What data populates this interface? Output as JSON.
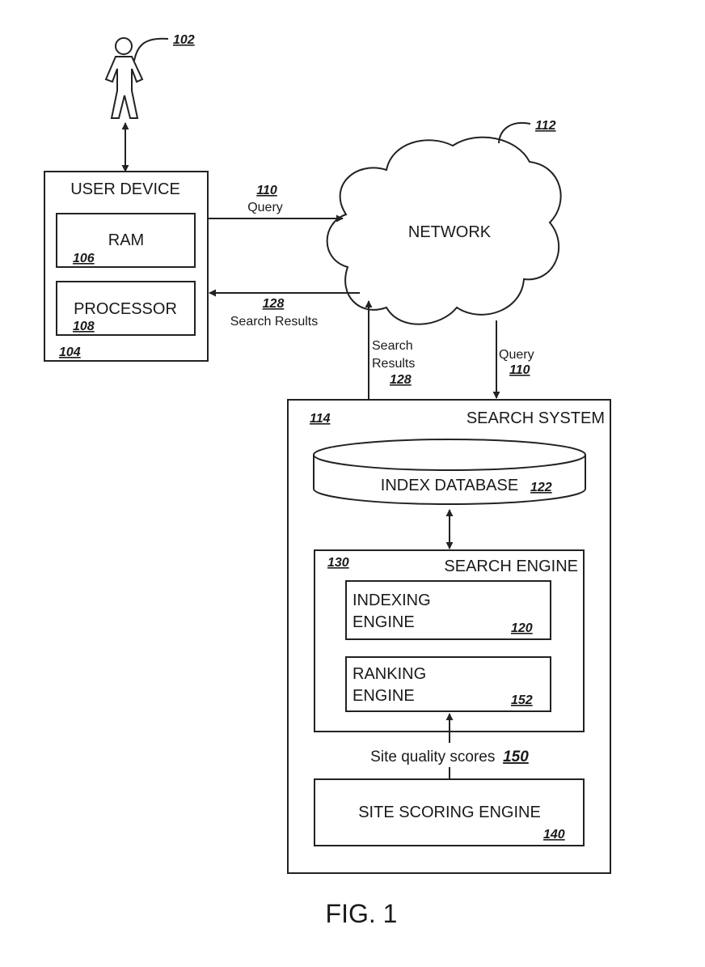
{
  "person": {
    "ref": "102"
  },
  "user_device": {
    "title": "USER DEVICE",
    "ref": "104",
    "ram": {
      "label": "RAM",
      "ref": "106"
    },
    "processor": {
      "label": "PROCESSOR",
      "ref": "108"
    }
  },
  "network": {
    "label": "NETWORK",
    "ref": "112"
  },
  "query_to_network": {
    "ref": "110",
    "label": "Query"
  },
  "results_to_device": {
    "ref": "128",
    "label": "Search Results"
  },
  "results_from_system": {
    "line1": "Search",
    "line2": "Results",
    "ref": "128"
  },
  "query_to_system": {
    "label": "Query",
    "ref": "110"
  },
  "search_system": {
    "title": "SEARCH SYSTEM",
    "ref": "114",
    "index_database": {
      "label": "INDEX DATABASE",
      "ref": "122"
    },
    "search_engine": {
      "title": "SEARCH ENGINE",
      "ref": "130",
      "indexing_engine": {
        "line1": "INDEXING",
        "line2": "ENGINE",
        "ref": "120"
      },
      "ranking_engine": {
        "line1": "RANKING",
        "line2": "ENGINE",
        "ref": "152"
      }
    },
    "site_quality_scores": {
      "label": "Site quality scores",
      "ref": "150"
    },
    "site_scoring_engine": {
      "label": "SITE SCORING ENGINE",
      "ref": "140"
    }
  },
  "figure_caption": "FIG. 1"
}
